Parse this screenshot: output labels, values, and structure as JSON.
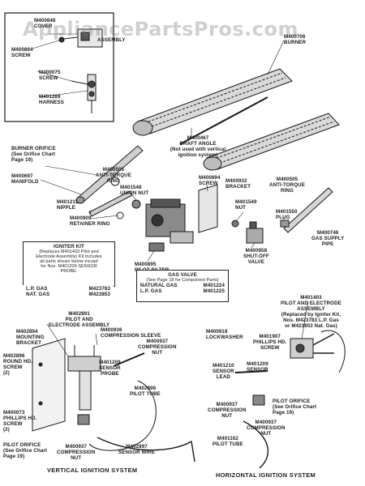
{
  "watermark": "AppliancePartsPros.com",
  "colors": {
    "ink": "#1a1a1a",
    "paper": "#ffffff",
    "watermark": "#9a9a9a"
  },
  "inset_top": {
    "cover": [
      "M400846",
      "COVER"
    ],
    "screw": [
      "M400894",
      "SCREW"
    ],
    "screw2": [
      "M400075",
      "SCREW"
    ],
    "harness": [
      "M401289",
      "HARNESS"
    ],
    "assembly": "ASSEMBLY"
  },
  "upper": {
    "burner": [
      "M400706",
      "BURNER"
    ],
    "draft_angle": [
      "M400467",
      "DRAFT ANGLE",
      "(Not used with vertical",
      "ignition system)"
    ],
    "burner_orifice": [
      "BURNER ORIFICE",
      "(See Orifice Chart",
      "Page 19)"
    ],
    "manifold": [
      "M400697",
      "MANIFOLD"
    ],
    "anti_torque_left": [
      "M400505",
      "ANTI-TORQUE",
      "RING"
    ],
    "union_nut": [
      "M401548",
      "UNION NUT"
    ],
    "nipple": [
      "M401211",
      "NIPPLE"
    ],
    "retainer_ring": [
      "M400909",
      "RETAINER RING"
    ],
    "screw_bracket": [
      "M400894",
      "SCREW"
    ],
    "bracket": [
      "M400932",
      "BRACKET"
    ],
    "anti_torque_right": [
      "M400505",
      "ANTI-TORQUE",
      "RING"
    ],
    "nut": [
      "M401549",
      "NUT"
    ],
    "plug": [
      "M401550",
      "PLUG"
    ],
    "gas_supply_pipe": [
      "M400746",
      "GAS SUPPLY",
      "PIPE"
    ],
    "shut_off_valve": [
      "M400958",
      "SHUT-OFF",
      "VALVE"
    ],
    "pilot_filter": [
      "M400895",
      "PILOT FILTER"
    ]
  },
  "igniter_kit": {
    "title": "IGNITER KIT",
    "lines": [
      "(Replaces M401403 Pilot and",
      "Electrode Assembly) Kit includes",
      "all parts shown below except",
      "for Nos. M401209 SENSOR",
      "PROBE."
    ],
    "rows": [
      {
        "label": "L.P. GAS",
        "value": "M423783"
      },
      {
        "label": "NAT. GAS",
        "value": "M423853"
      }
    ]
  },
  "gas_valve": {
    "title": "GAS VALVE",
    "subtitle": "(See Page 18 for Component Parts)",
    "rows": [
      {
        "label": "NATURAL GAS",
        "value": "M401224"
      },
      {
        "label": "L.P. GAS",
        "value": "M401225"
      }
    ]
  },
  "vertical": {
    "title": "VERTICAL IGNITION SYSTEM",
    "pilot_electrode": [
      "M402891",
      "PILOT AND",
      "ELECTRODE ASSEMBLY"
    ],
    "mounting_bracket": [
      "M402894",
      "MOUNTING",
      "BRACKET"
    ],
    "round_hd_screw": [
      "M402896",
      "ROUND HD.",
      "SCREW",
      "(2)"
    ],
    "compression_sleeve": [
      "M400936",
      "COMPRESSION SLEEVE"
    ],
    "compression_nut_top": [
      "M400937",
      "COMPRESSION",
      "NUT"
    ],
    "sensor_probe": [
      "M401209",
      "SENSOR",
      "PROBE"
    ],
    "pilot_tube": [
      "M402898",
      "PILOT TUBE"
    ],
    "phillips_screw": [
      "M400073",
      "PHILLIPS HD.",
      "SCREW",
      "(2)"
    ],
    "pilot_orifice": [
      "PILOT ORIFICE",
      "(See Orifice Chart",
      "Page 19)"
    ],
    "compression_nut": [
      "M400937",
      "COMPRESSION",
      "NUT"
    ],
    "sensor_wire": [
      "M402897",
      "SENSOR WIRE"
    ]
  },
  "horizontal": {
    "title": "HORIZONTAL IGNITION SYSTEM",
    "lockwasher": [
      "M400918",
      "LOCKWASHER"
    ],
    "phillips_screw": [
      "M401907",
      "PHILLIPS HD.",
      "SCREW"
    ],
    "pilot_electrode": [
      "M401403",
      "PILOT AND ELECTRODE",
      "ASSEMBLY",
      "(Replaced by Igniter Kit,",
      "Nos. M423783 L.P. Gas",
      "or M423853 Nat. Gas)"
    ],
    "sensor_lead": [
      "M401210",
      "SENSOR",
      "LEAD"
    ],
    "sensor": [
      "M401209",
      "SENSOR"
    ],
    "compression_nut": [
      "M400937",
      "COMPRESSION",
      "NUT"
    ],
    "pilot_orifice": [
      "PILOT ORIFICE",
      "(See Orifice Chart",
      "Page 19)"
    ],
    "compression_nut2": [
      "M400937",
      "COMPRESSION",
      "NUT"
    ],
    "pilot_tube": [
      "M401162",
      "PILOT TUBE"
    ]
  }
}
